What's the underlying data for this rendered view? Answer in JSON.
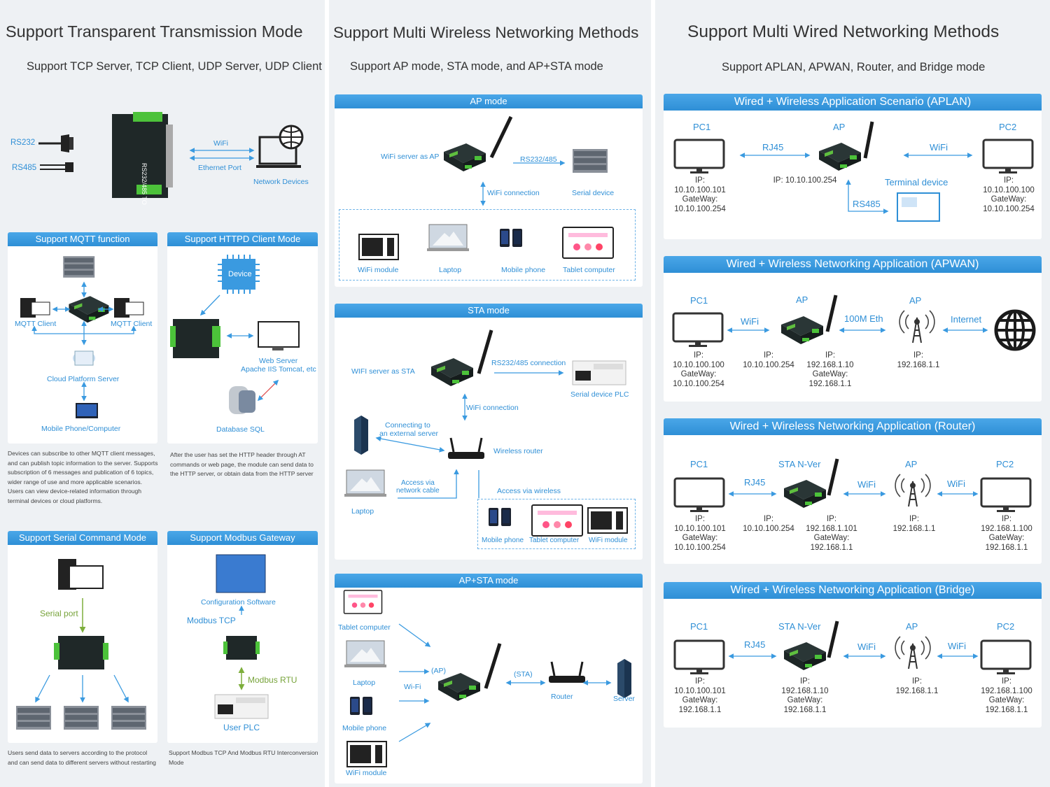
{
  "col1": {
    "title": "Support Transparent Transmission Mode",
    "subtitle": "Support TCP Server, TCP Client, UDP Server, UDP Client",
    "labels": {
      "rs232": "RS232",
      "rs485": "RS485",
      "wifi": "WiFi",
      "eth": "Ethernet Port",
      "net": "Network Devices"
    },
    "mqtt": {
      "header": "Support MQTT function",
      "client_left": "MQTT Client",
      "client_right": "MQTT Client",
      "cloud": "Cloud Platform Server",
      "mobile": "Mobile Phone/Computer",
      "note": "Devices can subscribe to other MQTT client messages, and can publish topic information to the server. Supports subscription of 6 messages and publication of 6 topics, wider range of use and more applicable scenarios. Users can view device-related information through terminal devices or cloud platforms."
    },
    "httpd": {
      "header": "Support HTTPD Client Mode",
      "device": "Device",
      "web": "Web Server",
      "apache": "Apache IIS Tomcat, etc",
      "db": "Database SQL",
      "note": "After the user has set the HTTP header through AT commands or web page, the module can send data to the HTTP server, or obtain data from the HTTP server"
    },
    "serial": {
      "header": "Support Serial Command Mode",
      "port": "Serial port",
      "note": "Users send data to servers according to the protocol and can send data to different servers without restarting"
    },
    "modbus": {
      "header": "Support Modbus Gateway",
      "config": "Configuration Software",
      "tcp": "Modbus TCP",
      "rtu": "Modbus RTU",
      "plc": "User PLC",
      "note": "Support Modbus TCP And Modbus RTU Interconversion Mode"
    }
  },
  "col2": {
    "title": "Support Multi Wireless Networking Methods",
    "subtitle": "Support AP mode, STA mode, and AP+STA mode",
    "ap": {
      "header": "AP mode",
      "server": "WiFi server as AP",
      "rs": "RS232/485",
      "conn": "WiFi connection",
      "serial": "Serial device",
      "devices": [
        "WiFi module",
        "Laptop",
        "Mobile phone",
        "Tablet computer"
      ]
    },
    "sta": {
      "header": "STA mode",
      "server": "WIFI server as STA",
      "rs": "RS232/485 connection",
      "plc": "Serial device PLC",
      "conn": "WiFi connection",
      "ext1": "Connecting to",
      "ext2": "an external server",
      "router": "Wireless router",
      "laptop": "Laptop",
      "cable1": "Access via",
      "cable2": "network cable",
      "wireless": "Access via wireless",
      "devices": [
        "Mobile phone",
        "Tablet computer",
        "WiFi module"
      ]
    },
    "apsta": {
      "header": "AP+STA mode",
      "tablet": "Tablet computer",
      "laptop": "Laptop",
      "mobile": "Mobile phone",
      "wifimod": "WiFi module",
      "wifi": "Wi-Fi",
      "ap": "(AP)",
      "sta": "(STA)",
      "router": "Router",
      "server": "Server"
    }
  },
  "col3": {
    "title": "Support Multi Wired Networking Methods",
    "subtitle": "Support APLAN, APWAN, Router, and Bridge mode",
    "aplan": {
      "header": "Wired + Wireless Application Scenario (APLAN)",
      "pc1": "PC1",
      "ap": "AP",
      "pc2": "PC2",
      "rj45": "RJ45",
      "wifi": "WiFi",
      "terminal": "Terminal device",
      "rs485": "RS485",
      "ip_pc1": "IP:\n10.10.100.101\nGateWay:\n10.10.100.254",
      "ip_ap": "IP: 10.10.100.254",
      "ip_pc2": "IP:\n10.10.100.100\nGateWay:\n10.10.100.254"
    },
    "apwan": {
      "header": "Wired + Wireless Networking Application (APWAN)",
      "pc1": "PC1",
      "ap": "AP",
      "ap2": "AP",
      "wifi": "WiFi",
      "eth": "100M Eth",
      "internet": "Internet",
      "ip_pc1": "IP:\n10.10.100.100\nGateWay:\n10.10.100.254",
      "ip_mid": "IP:\n10.10.100.254",
      "ip_dev": "IP:\n192.168.1.10\nGateWay:\n192.168.1.1",
      "ip_ap": "IP:\n192.168.1.1"
    },
    "router": {
      "header": "Wired + Wireless Networking Application (Router)",
      "pc1": "PC1",
      "sta": "STA N-Ver",
      "ap": "AP",
      "pc2": "PC2",
      "rj45": "RJ45",
      "wifi1": "WiFi",
      "wifi2": "WiFi",
      "ip_pc1": "IP:\n10.10.100.101\nGateWay:\n10.10.100.254",
      "ip_mid": "IP:\n10.10.100.254",
      "ip_dev": "IP:\n192.168.1.101\nGateWay:\n192.168.1.1",
      "ip_ap": "IP:\n192.168.1.1",
      "ip_pc2": "IP:\n192.168.1.100\nGateWay:\n192.168.1.1"
    },
    "bridge": {
      "header": "Wired + Wireless Networking Application (Bridge)",
      "pc1": "PC1",
      "sta": "STA N-Ver",
      "ap": "AP",
      "pc2": "PC2",
      "rj45": "RJ45",
      "wifi1": "WiFi",
      "wifi2": "WiFi",
      "ip_pc1": "IP:\n10.10.100.101\nGateWay:\n192.168.1.1",
      "ip_dev": "IP:\n192.168.1.10\nGateWay:\n192.168.1.1",
      "ip_ap": "IP:\n192.168.1.1",
      "ip_pc2": "IP:\n192.168.1.100\nGateWay:\n192.168.1.1"
    }
  },
  "colors": {
    "accent": "#2e8fd6",
    "green": "#77a33a",
    "device": "#1f2a2a"
  }
}
